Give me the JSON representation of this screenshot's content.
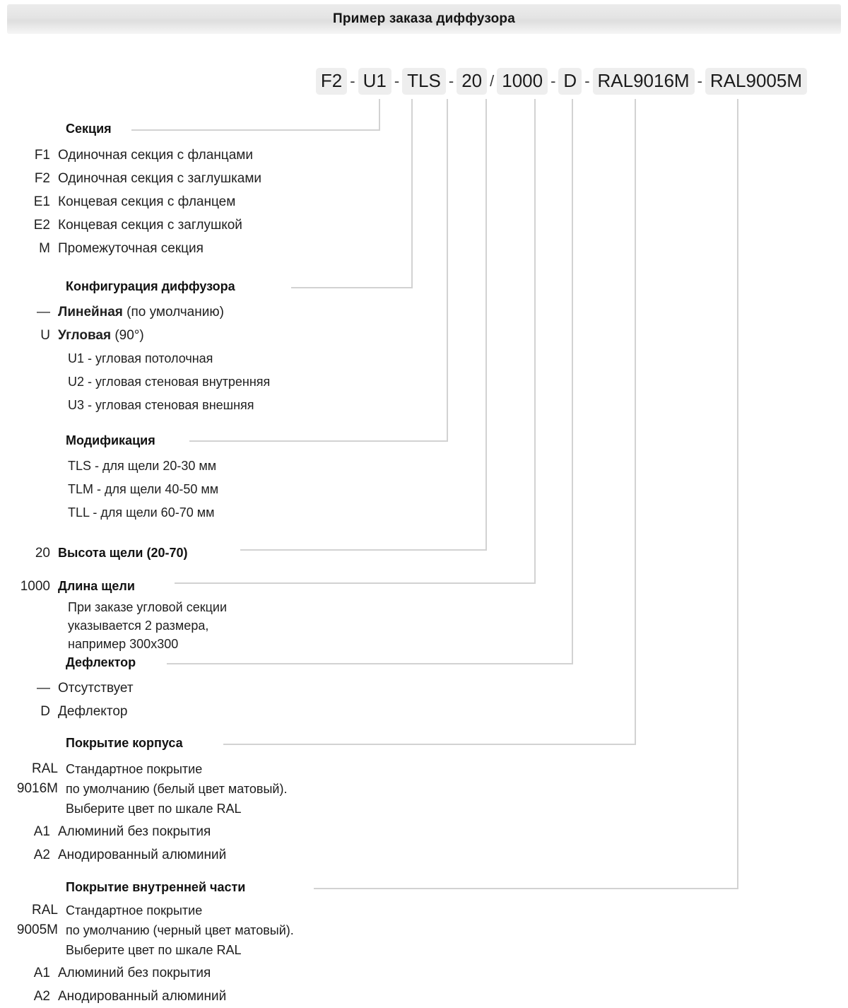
{
  "title": "Пример заказа диффузора",
  "order_code": {
    "parts": [
      {
        "type": "chip",
        "text": "F2"
      },
      {
        "type": "sep",
        "text": "-"
      },
      {
        "type": "chip",
        "text": "U1"
      },
      {
        "type": "sep",
        "text": "-"
      },
      {
        "type": "chip",
        "text": "TLS"
      },
      {
        "type": "sep",
        "text": "-"
      },
      {
        "type": "chip",
        "text": "20"
      },
      {
        "type": "slash",
        "text": "/"
      },
      {
        "type": "chip",
        "text": "1000"
      },
      {
        "type": "sep",
        "text": "-"
      },
      {
        "type": "chip",
        "text": "D"
      },
      {
        "type": "sep",
        "text": "-"
      },
      {
        "type": "chip",
        "text": "RAL9016M"
      },
      {
        "type": "sep",
        "text": "-"
      },
      {
        "type": "chip",
        "text": "RAL9005M"
      }
    ],
    "full": "F2 - U1 - TLS - 20 / 1000 - D - RAL9016M - RAL9005M"
  },
  "sections": [
    {
      "id": "section",
      "heading": "Секция",
      "rows": [
        {
          "key": "F1",
          "value": "Одиночная секция с  фланцами"
        },
        {
          "key": "F2",
          "value": "Одиночная секция с заглушками"
        },
        {
          "key": "E1",
          "value": "Концевая секция с фланцем"
        },
        {
          "key": "E2",
          "value": "Концевая секция с заглушкой"
        },
        {
          "key": "M",
          "value": "Промежуточная секция"
        }
      ]
    },
    {
      "id": "configuration",
      "heading": "Конфигурация диффузора",
      "rows": [
        {
          "key": "—",
          "value_bold": "Линейная",
          "value_rest": " (по умолчанию)"
        },
        {
          "key": "U",
          "value_bold": "Угловая",
          "value_rest": " (90°)"
        }
      ],
      "sub_rows": [
        "U1 - угловая потолочная",
        "U2 - угловая стеновая внутренняя",
        "U3 - угловая стеновая внешняя"
      ]
    },
    {
      "id": "modification",
      "heading": "Модификация",
      "sub_rows": [
        "TLS -  для щели 20-30 мм",
        "TLM -  для щели 40-50 мм",
        "TLL -  для щели 60-70 мм"
      ]
    },
    {
      "id": "slot-height",
      "heading": "Высота щели (20-70)",
      "key": "20"
    },
    {
      "id": "slot-length",
      "heading": "Длина щели",
      "key": "1000",
      "note_lines": [
        "При заказе угловой секции",
        "указывается 2 размера,",
        "например 300х300"
      ]
    },
    {
      "id": "deflector",
      "heading": "Дефлектор",
      "rows": [
        {
          "key": "—",
          "value": "Отсутствует"
        },
        {
          "key": "D",
          "value": "Дефлектор"
        }
      ]
    },
    {
      "id": "body-coating",
      "heading": "Покрытие корпуса",
      "key_lines": [
        "RAL",
        "9016M"
      ],
      "note_lines": [
        "Стандартное покрытие",
        "по умолчанию (белый цвет матовый).",
        "Выберите цвет по шкале RAL"
      ],
      "rows": [
        {
          "key": "A1",
          "value": "Алюминий без покрытия"
        },
        {
          "key": "A2",
          "value": "Анодированный алюминий"
        }
      ]
    },
    {
      "id": "inner-coating",
      "heading": "Покрытие внутренней части",
      "key_lines": [
        "RAL",
        "9005M"
      ],
      "note_lines": [
        "Стандартное покрытие",
        "по умолчанию (черный цвет матовый).",
        "Выберите цвет по шкале RAL"
      ],
      "rows": [
        {
          "key": "A1",
          "value": "Алюминий без покрытия"
        },
        {
          "key": "A2",
          "value": "Анодированный алюминий"
        }
      ]
    }
  ],
  "colors": {
    "chip_bg": "#eeeeee",
    "line": "#d2d2d2",
    "text": "#1c1c1c",
    "titlebar": "#e6e6e6"
  }
}
